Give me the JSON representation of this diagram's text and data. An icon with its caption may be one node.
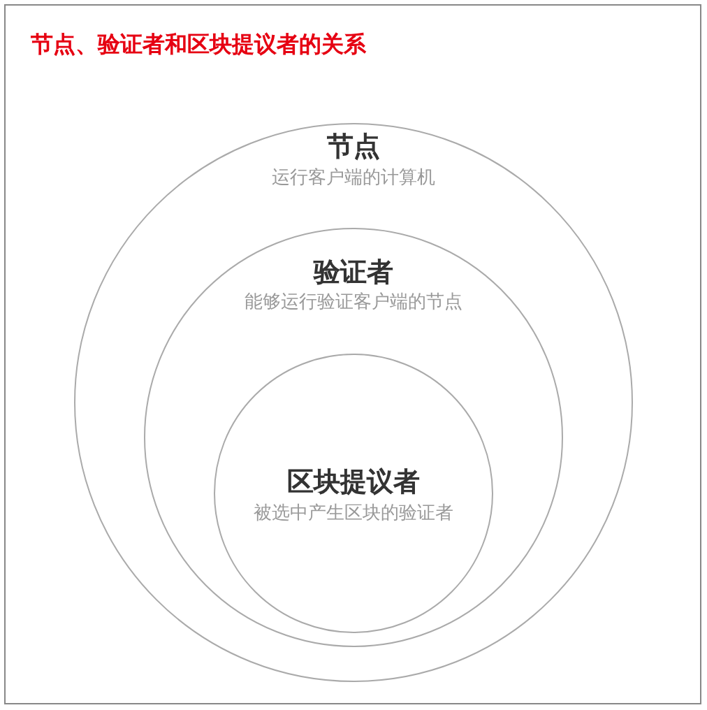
{
  "diagram": {
    "title": "节点、验证者和区块提议者的关系",
    "nodes": [
      {
        "text": [
          "节点",
          "运行客户端的计算机"
        ]
      },
      {
        "text": [
          "验证者",
          "能够运行验证客户端的节点"
        ],
        "in": 0
      },
      {
        "text": [
          "区块提议者",
          "被选中产生区块的验证者"
        ],
        "in": 1
      }
    ]
  }
}
